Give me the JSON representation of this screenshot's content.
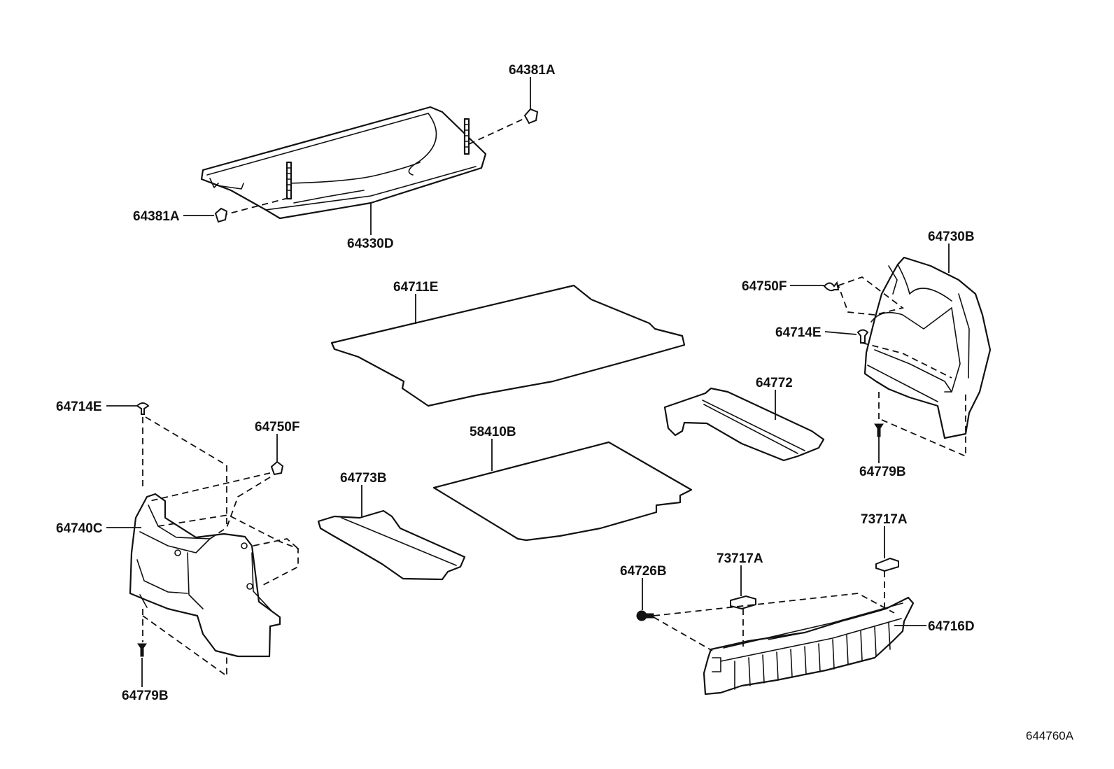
{
  "labels": {
    "clip_top_right": "64381A",
    "clip_top_left": "64381A",
    "package_tray": "64330D",
    "deck_board": "64711E",
    "floor_mat": "58410B",
    "support_right": "64772",
    "support_left": "64773B",
    "side_trim_right": "64730B",
    "clip_64750F_right": "64750F",
    "clip_64714E_right": "64714E",
    "clip_64779B_right": "64779B",
    "side_trim_left": "64740C",
    "clip_64714E_left": "64714E",
    "clip_64750F_left": "64750F",
    "clip_64779B_left": "64779B",
    "bolt_64726B": "64726B",
    "retainer_center": "73717A",
    "retainer_right": "73717A",
    "sill_plate": "64716D"
  },
  "figure_ref": "644760A"
}
